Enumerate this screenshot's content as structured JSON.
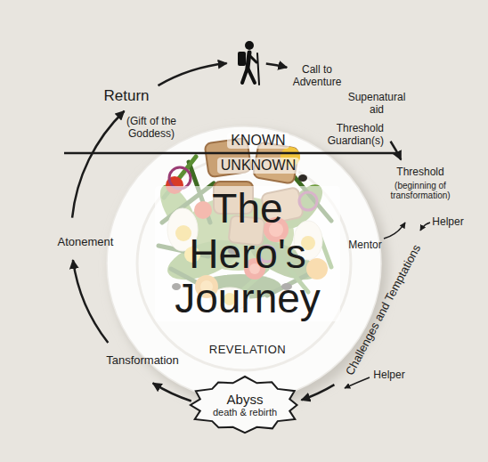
{
  "diagram": {
    "title": "The Hero's Journey",
    "nodes": [
      {
        "text": [
          "Abyss",
          "death & rebirth"
        ]
      }
    ],
    "labels": [
      "Return",
      "Call to Adventure",
      "Supenatural aid",
      "(Gift of the Goddess)",
      "Threshold Guardian(s)",
      "KNOWN",
      "UNKNOWN",
      "Threshold",
      "(beginning of transformation)",
      "Helper",
      "Atonement",
      "Mentor",
      "Challenges and Temptations",
      "REVELATION",
      "Tansformation",
      "Helper"
    ]
  }
}
